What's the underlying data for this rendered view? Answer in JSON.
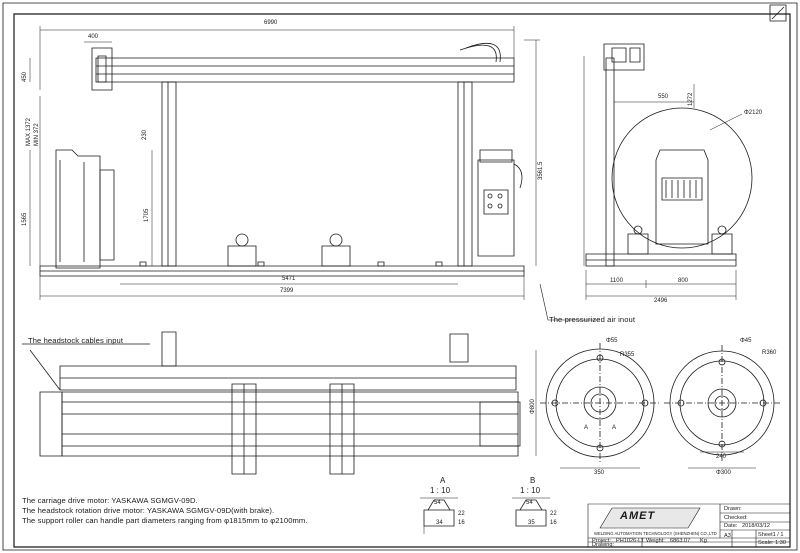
{
  "drawing": {
    "overall_length": "6990",
    "top_offset": "400",
    "beam_height": "450",
    "max_min_label_1": "MAX 1372",
    "max_min_label_2": "MIN 372",
    "post_dim": "230",
    "lower_height": "1565",
    "roller_height": "1705",
    "roller_span": "5471",
    "base_length": "7399",
    "total_height": "3561.5",
    "side_offset": "550",
    "side_small": "1272",
    "disc_diameter": "Φ2120",
    "side_base_1": "1100",
    "side_base_2": "800",
    "side_base_total": "2496"
  },
  "callouts": {
    "pressurized_air": "The pressurized air inout",
    "headstock_cables": "The headstock cables input"
  },
  "faceplates": {
    "left": {
      "hole": "Φ55",
      "radius": "R355",
      "diameter": "Φ800",
      "width": "350",
      "section_marks": [
        "A",
        "A"
      ]
    },
    "right": {
      "hole": "Φ45",
      "radius": "R360",
      "diameter": "Φ300",
      "width": "240"
    }
  },
  "sections": {
    "a": {
      "label": "A",
      "scale": "1 : 10",
      "dims": [
        "54",
        "34",
        "22",
        "16"
      ]
    },
    "b": {
      "label": "B",
      "scale": "1 : 10",
      "dims": [
        "54",
        "35",
        "22",
        "16"
      ]
    }
  },
  "notes": [
    "The carriage drive motor: YASKAWA SGMGV-09D.",
    "The headstock rotation drive motor: YASKAWA SGMGV-09D(with brake).",
    "The support roller can handle part diameters ranging from φ1815mm to φ2100mm."
  ],
  "title_block": {
    "logo": "AMET",
    "company": "WELDING AUTOMATION TECHNOLOGY (SHENZHEN) CO.,LTD",
    "project_label": "Project:",
    "project_value": "PH1026-LT",
    "weight_label": "Weight:",
    "weight_value": "6863.07",
    "weight_unit": "Kg",
    "drawing_label": "Drawing:",
    "drawn_label": "Drawn:",
    "checked_label": "Checked:",
    "date_label": "Date:",
    "date_value": "2018/03/12",
    "size": "A3",
    "sheet": "Sheet1 / 1",
    "scale": "Scale: 1:30"
  },
  "colors": {
    "line": "#1a1a1a",
    "paper": "#ffffff",
    "hatch": "#555555"
  }
}
